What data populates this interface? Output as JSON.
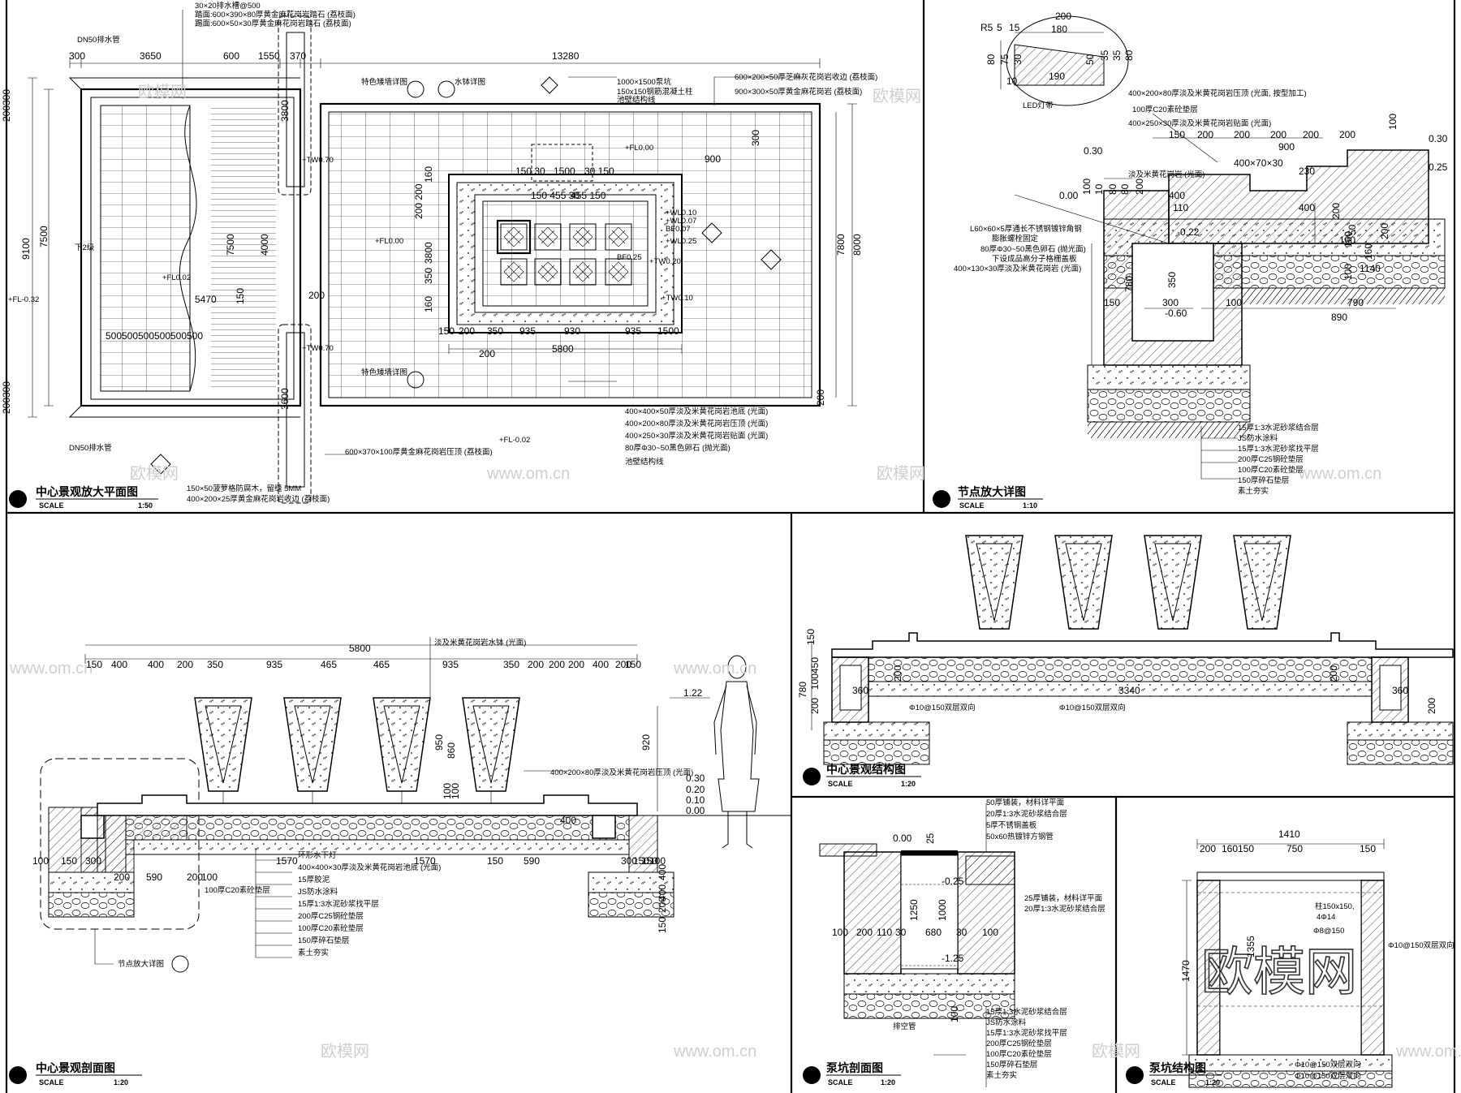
{
  "panels": {
    "plan": {
      "title": "中心景观放大平面图",
      "scale_label": "SCALE",
      "scale": "1:50"
    },
    "node": {
      "title": "节点放大详图",
      "scale_label": "SCALE",
      "scale": "1:10"
    },
    "section": {
      "title": "中心景观剖面图",
      "scale_label": "SCALE",
      "scale": "1:20"
    },
    "structure": {
      "title": "中心景观结构图",
      "scale_label": "SCALE",
      "scale": "1:20"
    },
    "pump_section": {
      "title": "泵坑剖面图",
      "scale_label": "SCALE",
      "scale": "1:20"
    },
    "pump_structure": {
      "title": "泵坑结构图",
      "scale_label": "SCALE",
      "scale": "1:20"
    }
  },
  "plan_dims": {
    "top": [
      "300",
      "3650",
      "600",
      "1550",
      "370",
      "13280"
    ],
    "left": [
      "9100",
      "7500",
      "300",
      "200",
      "300",
      "200"
    ],
    "inner": [
      "5470",
      "500",
      "500",
      "500",
      "500",
      "500",
      "500",
      "7500",
      "4000",
      "150",
      "200",
      "3800",
      "3600",
      "7800",
      "8000",
      "900",
      "300",
      "200",
      "150 30",
      "1500",
      "30 150",
      "150 455 30",
      "455 150",
      "5800",
      "150",
      "200",
      "350",
      "935",
      "930",
      "935",
      "1500",
      "200",
      "3800",
      "350",
      "160",
      "200 200",
      "160"
    ],
    "levels": [
      "+FL0.00",
      "+FL0.00",
      "+FL0.02",
      "+FL-0.32",
      "+FL-0.02",
      "+TW0.70",
      "+TW0.70",
      "+WL0.10",
      "+WL0.25",
      "+TW0.20",
      "+TW0.10",
      "+WL0.07",
      "BF0.07",
      "BF0.25"
    ]
  },
  "plan_notes": [
    "30×20排水槽@500",
    "踏面:600×390×80厚黄金麻花岗岩踏石 (荔枝面)",
    "踢面:600×50×30厚黄金麻花岗岩踏石 (荔枝面)",
    "DN50排水管",
    "特色矮墙详图",
    "水钵详图",
    "1000×1500泵坑",
    "150x150钢筋混凝土柱",
    "池壁结构线",
    "600×200×50厚芝麻灰花岗岩收边 (荔枝面)",
    "900×300×50厚黄金麻花岗岩 (荔枝面)",
    "下2级",
    "特色矮墙详图",
    "DN50排水管",
    "400×400×50厚淡及米黄花岗岩池底 (光面)",
    "400×200×80厚淡及米黄花岗岩压顶 (光面)",
    "400×250×30厚淡及米黄花岗岩贴面 (光面)",
    "80厚Φ30~50黑色卵石 (抛光面)",
    "池壁结构线",
    "600×370×100厚黄金麻花岗岩压顶 (荔枝面)",
    "150×50菠萝格防腐木，留缝 5MM",
    "400×200×25厚黄金麻花岗岩收边 (荔枝面)"
  ],
  "node_dims": [
    "200",
    "180",
    "R5",
    "5",
    "15",
    "80",
    "75",
    "30",
    "50",
    "10",
    "190",
    "35",
    "35",
    "80",
    "150",
    "200",
    "200",
    "200",
    "200",
    "200",
    "100",
    "400×70×30",
    "900",
    "100",
    "10",
    "80",
    "80",
    "200",
    "400",
    "110",
    "150",
    "300",
    "100",
    "790",
    "890",
    "350",
    "780",
    "0.30",
    "0.00",
    "0.30",
    "0.25",
    "-0.22",
    "-0.60",
    "230",
    "400",
    "200",
    "100",
    "160",
    "50",
    "100",
    "1140",
    "160",
    "200"
  ],
  "node_notes": [
    "LED灯带",
    "400×200×80厚淡及米黄花岗岩压顶 (光面, 按型加工)",
    "100厚C20素砼垫层",
    "400×250×30厚淡及米黄花岗岩贴面 (光面)",
    "淡及米黄花岗岩 (光面)",
    "L60×60×5厚通长不锈钢镀锌角钢",
    "膨胀螺栓固定",
    "80厚Φ30~50黑色卵石 (抛光面)",
    "下设成品高分子格栅盖板",
    "400×130×30厚淡及米黄花岗岩 (光面)",
    "15厚1:3水泥砂浆结合层",
    "JS防水涂料",
    "15厚1:3水泥砂浆找平层",
    "200厚C25钢砼垫层",
    "100厚C20素砼垫层",
    "150厚碎石垫层",
    "素土夯实"
  ],
  "section_dims": {
    "top": [
      "5800",
      "150",
      "400",
      "400",
      "200",
      "350",
      "935",
      "465",
      "465",
      "935",
      "350",
      "200",
      "200",
      "200",
      "400",
      "200",
      "150"
    ],
    "other": [
      "1.22",
      "920",
      "950",
      "860",
      "100",
      "100",
      "0.30",
      "0.20",
      "0.10",
      "0.00",
      "100",
      "150",
      "300",
      "200",
      "590",
      "200",
      "100",
      "1570",
      "1570",
      "590",
      "300",
      "150",
      "100",
      "400",
      "400",
      "200",
      "150",
      "400",
      "150",
      "150"
    ]
  },
  "section_notes": [
    "淡及米黄花岗岩水钵 (光面)",
    "400×200×80厚淡及米黄花岗岩压顶 (光面)",
    "100厚C20素砼垫层",
    "环形水下灯",
    "400×400×30厚淡及米黄花岗岩池底 (光面)",
    "15厚胶泥",
    "JS防水涂料",
    "15厚1:3水泥砂浆找平层",
    "200厚C25钢砼垫层",
    "100厚C20素砼垫层",
    "150厚碎石垫层",
    "素土夯实",
    "节点放大详图"
  ],
  "structure_dims": [
    "150",
    "780",
    "100",
    "450",
    "200",
    "360",
    "200",
    "3340",
    "200",
    "360",
    "200"
  ],
  "structure_notes": [
    "Φ10@150双层双向",
    "Φ10@150双层双向"
  ],
  "pump_dims": [
    "0.00",
    "25",
    "-0.25",
    "-1.25",
    "100",
    "200",
    "110",
    "30",
    "680",
    "30",
    "100",
    "1250",
    "1000",
    "100"
  ],
  "pump_notes": [
    "50厚铺装，材料详平面",
    "20厚1:3水泥砂浆结合层",
    "5厚不锈钢盖板",
    "50x60热镀锌方钢管",
    "25厚铺装，材料详平面",
    "20厚1:3水泥砂浆结合层",
    "15厚1:3水泥砂浆结合层",
    "JS防水涂料",
    "15厚1:3水泥砂浆找平层",
    "200厚C25钢砼垫层",
    "100厚C20素砼垫层",
    "150厚碎石垫层",
    "素土夯实",
    "排空管"
  ],
  "pump_struct_dims": [
    "1410",
    "200",
    "160",
    "150",
    "750",
    "150",
    "1470",
    "1355"
  ],
  "pump_struct_notes": [
    "柱150x150,",
    "4Φ14",
    "Φ8@150",
    "Φ10@150双层双向",
    "Φ10@150双层双向",
    "Φ10@150双层双向"
  ],
  "watermarks": [
    "欧模网",
    "www.om.cn"
  ],
  "brand_watermark": "欧模网"
}
